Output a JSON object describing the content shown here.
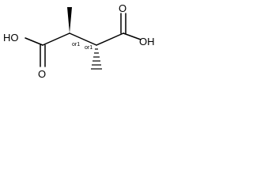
{
  "molecule": {
    "atom_labels": {
      "left_hydroxyl": "HO",
      "left_carbonyl_oxygen": "O",
      "right_hydroxyl": "OH",
      "right_carbonyl_oxygen": "O"
    },
    "stereo_labels": {
      "left_center": "or1",
      "right_center": "or1"
    },
    "colors": {
      "stroke": "#000000",
      "background": "#ffffff"
    }
  }
}
